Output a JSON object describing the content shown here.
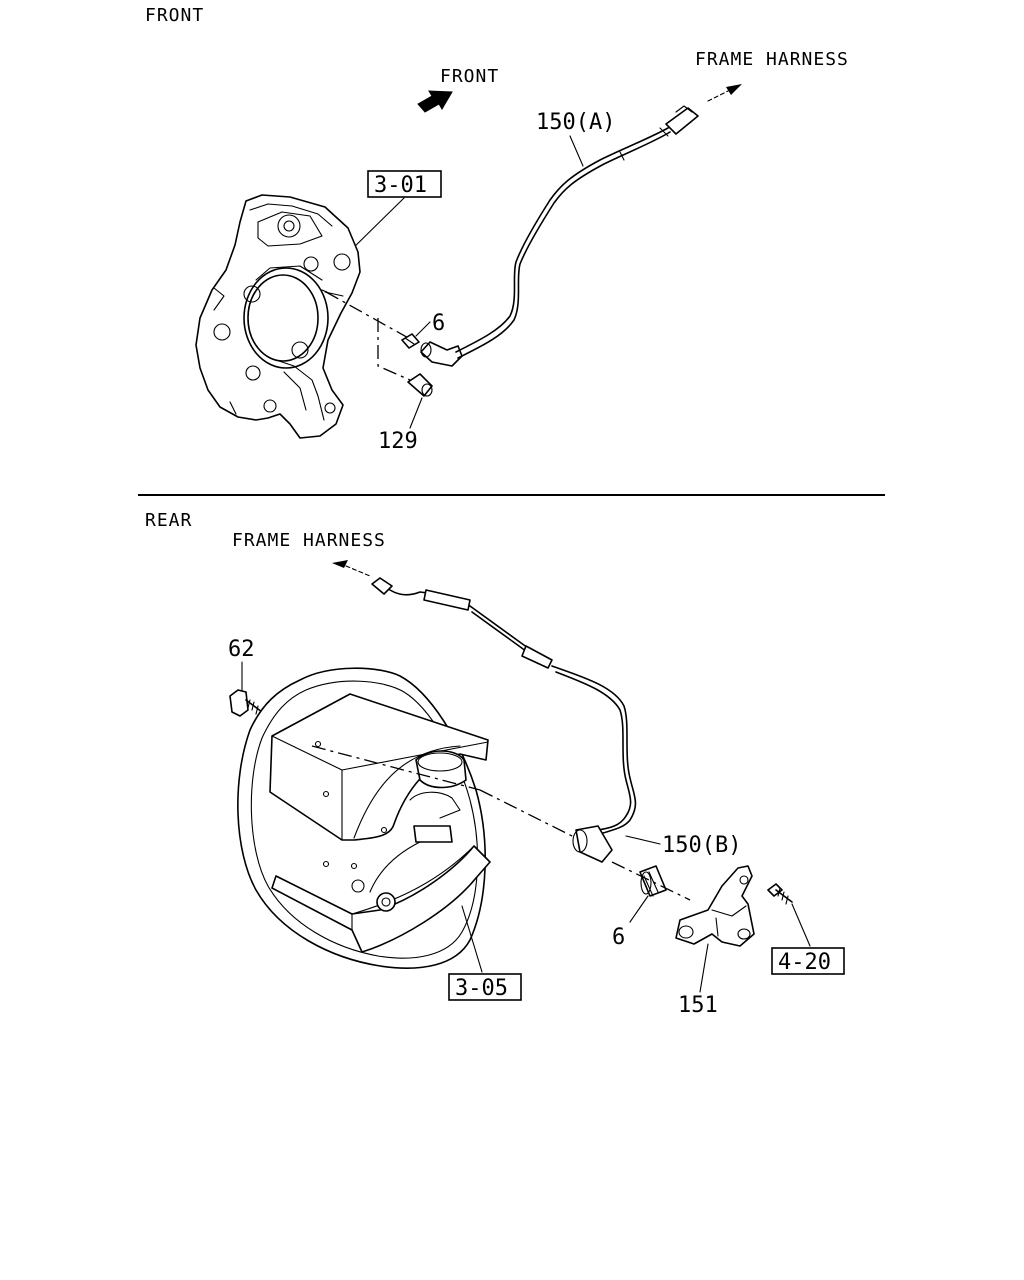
{
  "sections": {
    "front": {
      "title": "FRONT",
      "direction_label": "FRONT",
      "harness_label": "FRAME HARNESS",
      "ref_box": "3-01",
      "callouts": {
        "sensor_harness": "150(A)",
        "bushing": "6",
        "cap": "129"
      }
    },
    "rear": {
      "title": "REAR",
      "harness_label": "FRAME HARNESS",
      "ref_box_drum": "3-05",
      "ref_box_bolt": "4-20",
      "callouts": {
        "bolt": "62",
        "sensor_harness": "150(B)",
        "bushing": "6",
        "bracket": "151"
      }
    }
  }
}
